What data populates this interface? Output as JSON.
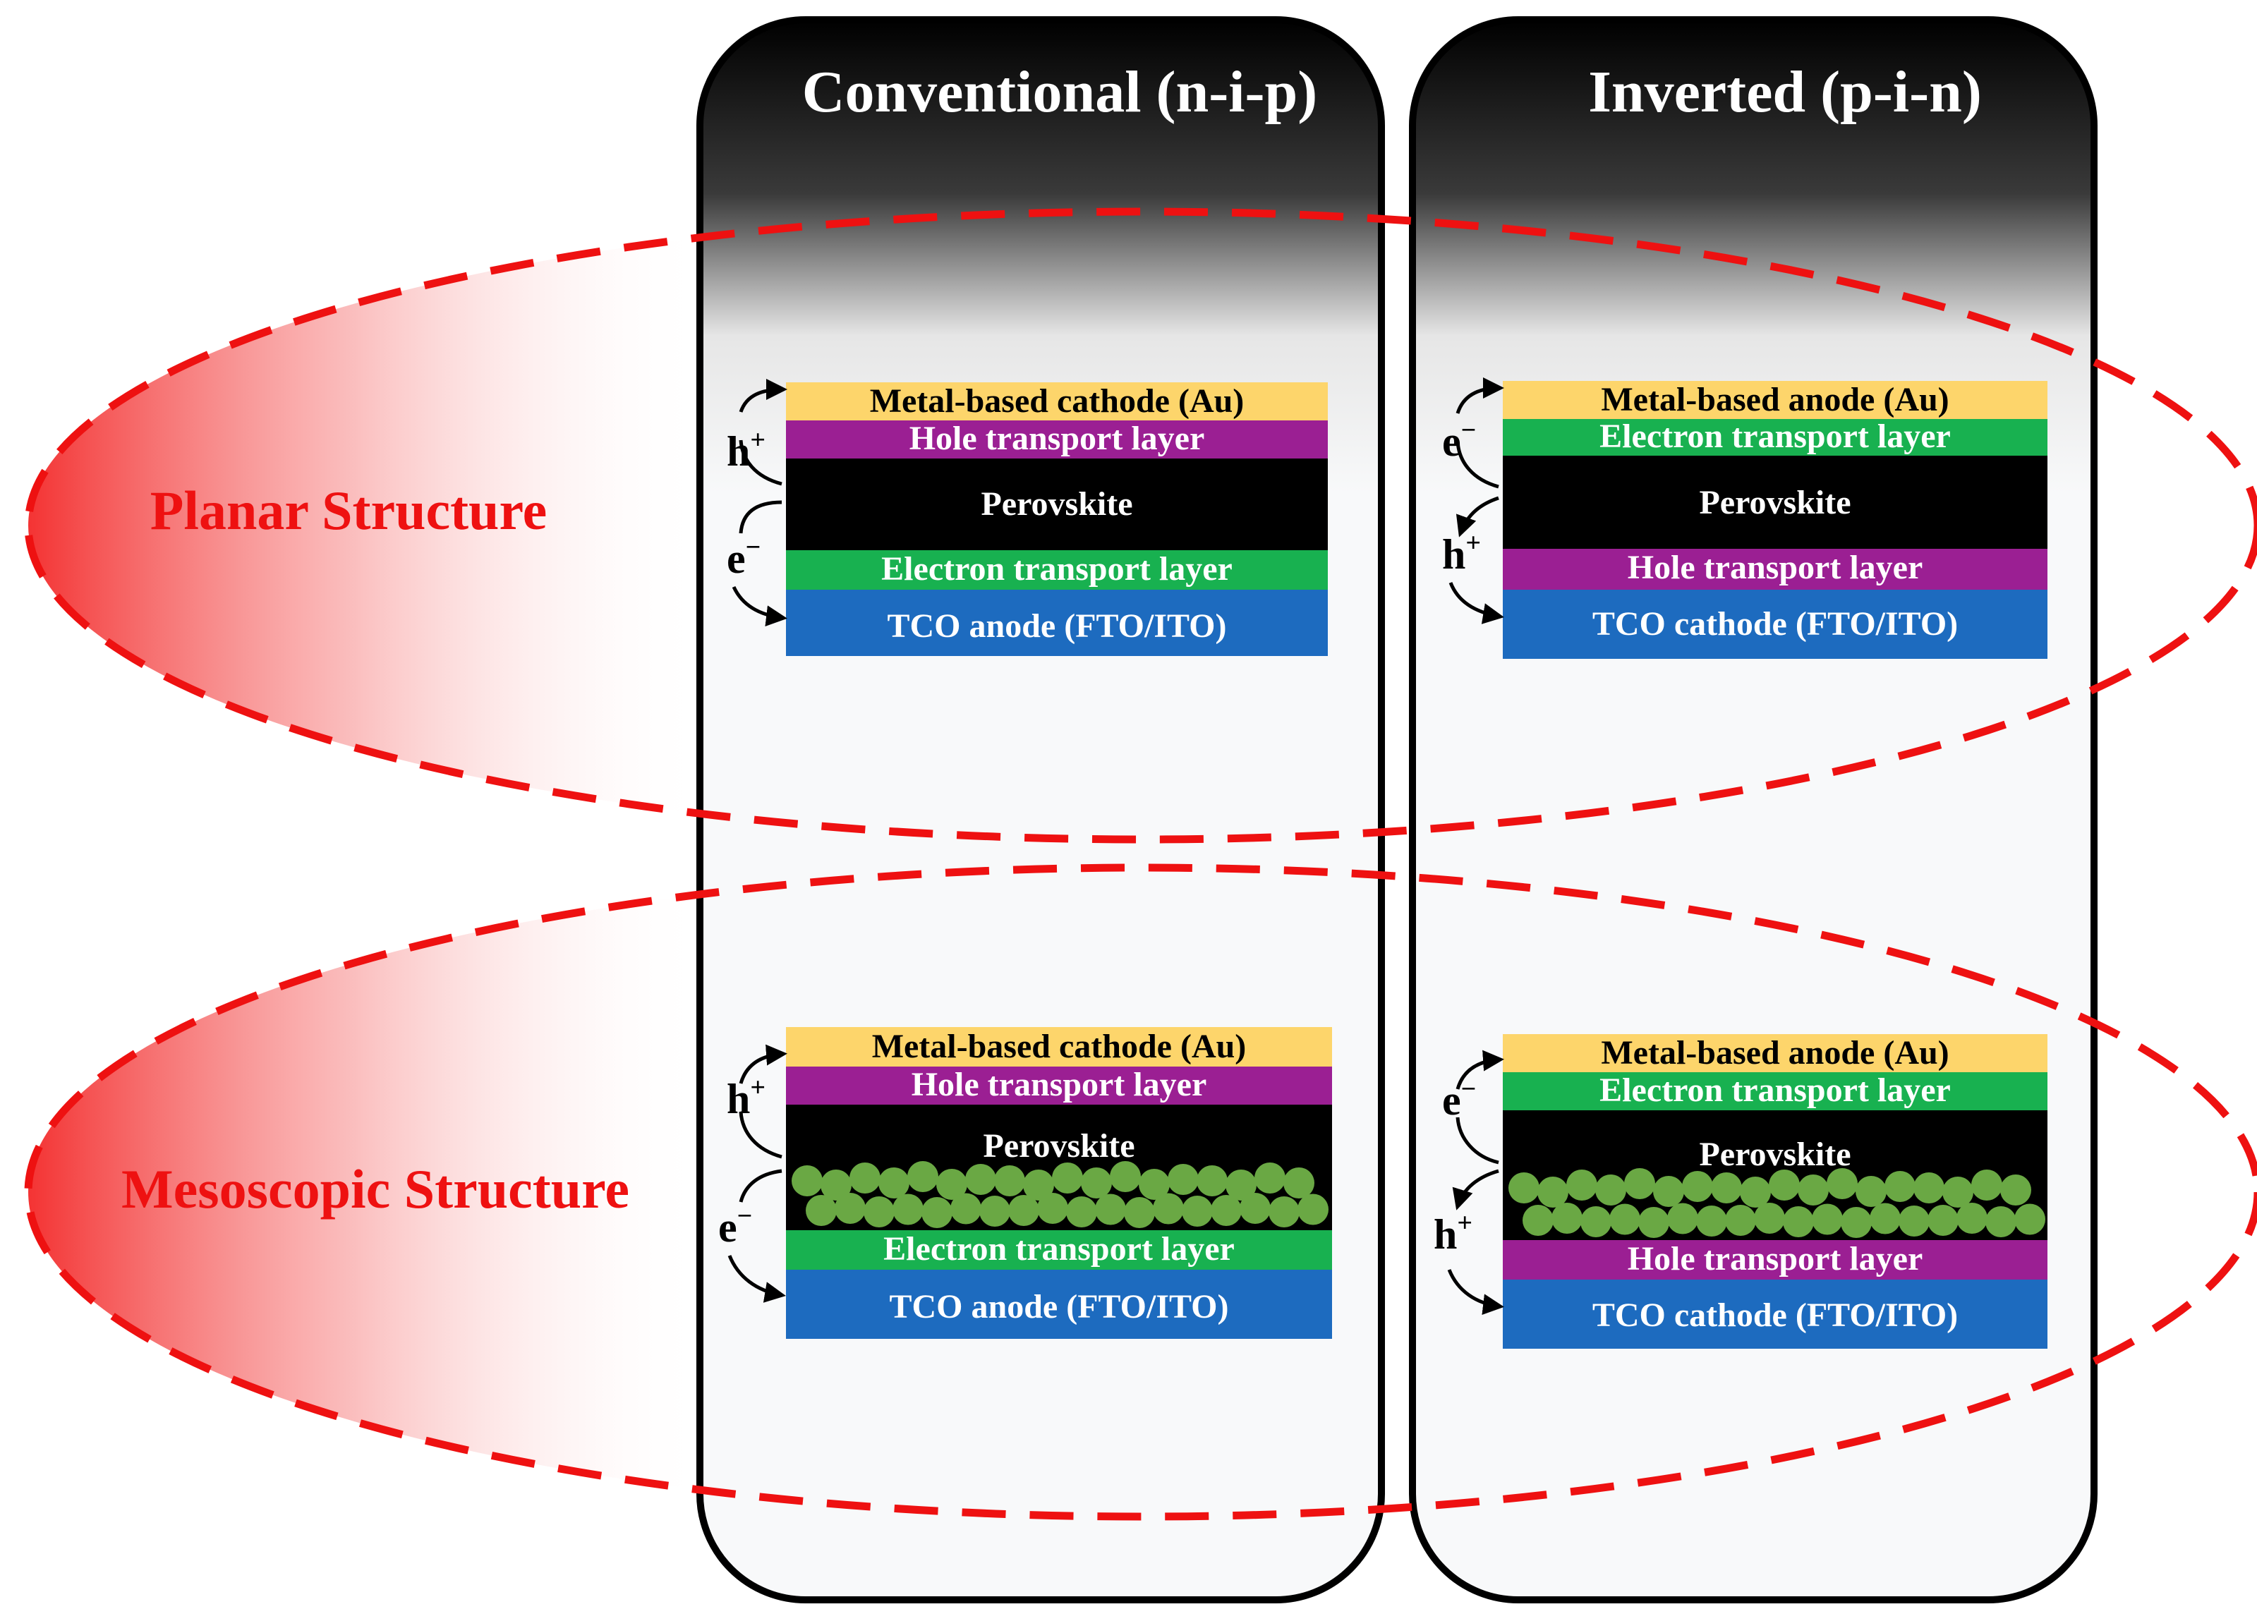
{
  "columns": {
    "conventional": "Conventional (n-i-p)",
    "inverted": "Inverted (p-i-n)"
  },
  "rows": {
    "planar": "Planar Structure",
    "mesoscopic": "Mesoscopic Structure"
  },
  "devices": {
    "conv_planar": {
      "top": "Metal-based cathode (Au)",
      "l2": "Hole transport layer",
      "perovskite": "Perovskite",
      "l4": "Electron transport layer",
      "bottom": "TCO anode (FTO/ITO)",
      "carrier_top": "h",
      "carrier_top_sup": "+",
      "carrier_bottom": "e",
      "carrier_bottom_sup": "−"
    },
    "inv_planar": {
      "top": "Metal-based anode (Au)",
      "l2": "Electron transport layer",
      "perovskite": "Perovskite",
      "l4": "Hole transport layer",
      "bottom": "TCO cathode (FTO/ITO)",
      "carrier_top": "e",
      "carrier_top_sup": "−",
      "carrier_bottom": "h",
      "carrier_bottom_sup": "+"
    },
    "conv_meso": {
      "top": "Metal-based cathode (Au)",
      "l2": "Hole transport layer",
      "perovskite": "Perovskite",
      "l4": "Electron transport layer",
      "bottom": "TCO anode (FTO/ITO)",
      "carrier_top": "h",
      "carrier_top_sup": "+",
      "carrier_bottom": "e",
      "carrier_bottom_sup": "−"
    },
    "inv_meso": {
      "top": "Metal-based anode (Au)",
      "l2": "Electron transport layer",
      "perovskite": "Perovskite",
      "l4": "Hole transport layer",
      "bottom": "TCO cathode (FTO/ITO)",
      "carrier_top": "e",
      "carrier_top_sup": "−",
      "carrier_bottom": "h",
      "carrier_bottom_sup": "+"
    }
  },
  "colors": {
    "metal": "#fdd56b",
    "htl": "#9b1f93",
    "perovskite": "#000000",
    "etl": "#18b150",
    "tco": "#1d6bbf",
    "particle": "#6aa844",
    "ellipse": "#ee1111"
  }
}
